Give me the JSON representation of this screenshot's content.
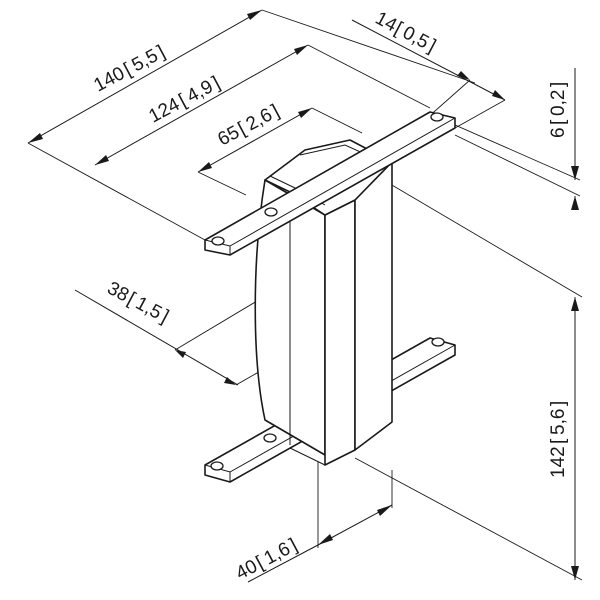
{
  "dimensions": {
    "d140": "140",
    "d140_in": "5,5",
    "d124": "124",
    "d124_in": "4,9",
    "d65": "65",
    "d65_in": "2,6",
    "d14": "14",
    "d14_in": "0,5",
    "d6": "6",
    "d6_in": "0,2",
    "d38": "38",
    "d38_in": "1,5",
    "d142": "142",
    "d142_in": "5,6",
    "d40": "40",
    "d40_in": "1,6"
  }
}
